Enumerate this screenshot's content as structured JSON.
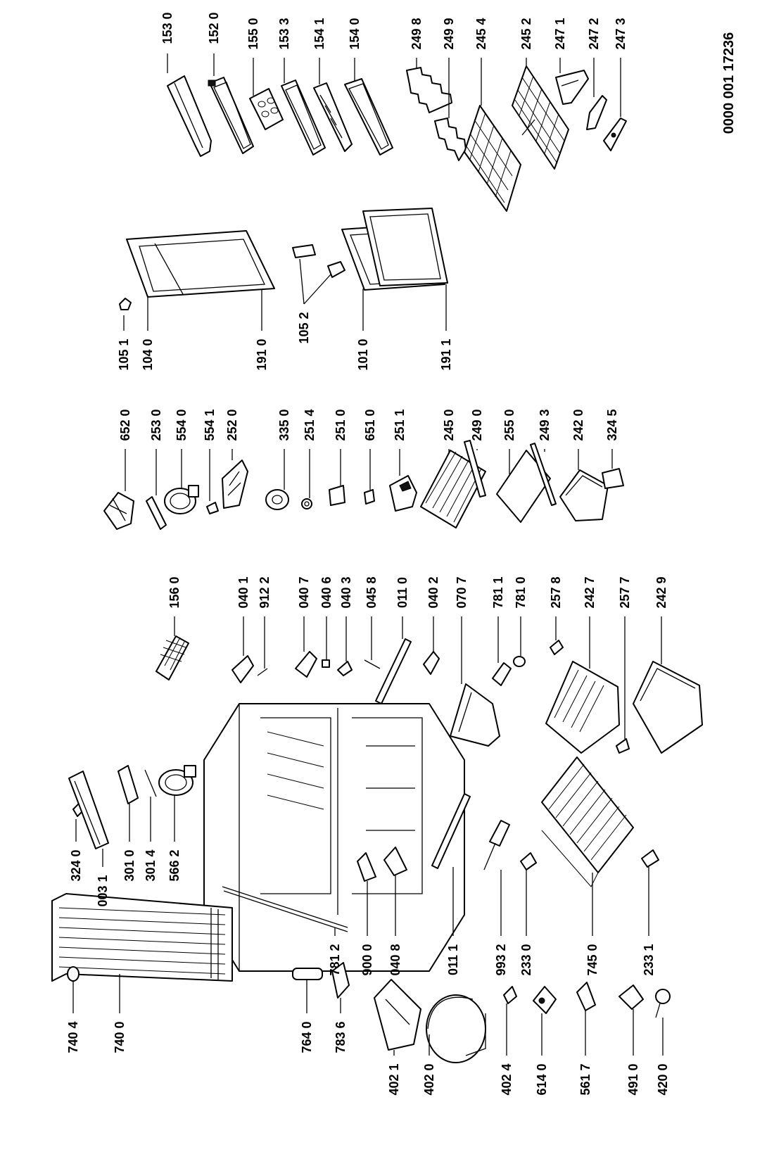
{
  "document_code": "0000 001 17236",
  "groups": {
    "top_row": [
      "153 0",
      "152 0",
      "155 0",
      "153 3",
      "154 1",
      "154 0",
      "249 8",
      "249 9",
      "245 4",
      "245 2",
      "247 1",
      "247 2",
      "247 3"
    ],
    "door_row": [
      "105 1",
      "104 0",
      "191 0",
      "105 2",
      "101 0",
      "191 1"
    ],
    "fan_row": [
      "652 0",
      "253 0",
      "554 0",
      "554 1",
      "252 0",
      "335 0",
      "251 4",
      "251 0",
      "651 0",
      "251 1",
      "245 0",
      "249 0",
      "255 0",
      "249 3",
      "242 0",
      "324 5"
    ],
    "cabinet_row": [
      "156 0",
      "040 1",
      "912 2",
      "040 7",
      "040 6",
      "040 3",
      "045 8",
      "011 0",
      "040 2",
      "070 7",
      "781 1",
      "781 0",
      "257 8",
      "242 7",
      "257 7",
      "242 9"
    ],
    "left_row": [
      "324 0",
      "003 1",
      "301 0",
      "301 4",
      "566 2",
      "781 2",
      "900 0",
      "040 8",
      "011 1",
      "993 2",
      "233 0",
      "745 0",
      "233 1"
    ],
    "bottom_row": [
      "740 4",
      "740 0",
      "764 0",
      "783 6",
      "402 1",
      "402 0",
      "402 4",
      "614 0",
      "561 7",
      "491 0",
      "420 0"
    ]
  },
  "labels": [
    {
      "id": "153-0",
      "text": "153 0"
    },
    {
      "id": "152-0",
      "text": "152 0"
    },
    {
      "id": "155-0",
      "text": "155 0"
    },
    {
      "id": "153-3",
      "text": "153 3"
    },
    {
      "id": "154-1",
      "text": "154 1"
    },
    {
      "id": "154-0",
      "text": "154 0"
    },
    {
      "id": "249-8",
      "text": "249 8"
    },
    {
      "id": "249-9",
      "text": "249 9"
    },
    {
      "id": "245-4",
      "text": "245 4"
    },
    {
      "id": "245-2",
      "text": "245 2"
    },
    {
      "id": "247-1",
      "text": "247 1"
    },
    {
      "id": "247-2",
      "text": "247 2"
    },
    {
      "id": "247-3",
      "text": "247 3"
    },
    {
      "id": "105-1",
      "text": "105 1"
    },
    {
      "id": "104-0",
      "text": "104 0"
    },
    {
      "id": "191-0",
      "text": "191 0"
    },
    {
      "id": "105-2",
      "text": "105 2"
    },
    {
      "id": "101-0",
      "text": "101 0"
    },
    {
      "id": "191-1",
      "text": "191 1"
    },
    {
      "id": "652-0",
      "text": "652 0"
    },
    {
      "id": "253-0",
      "text": "253 0"
    },
    {
      "id": "554-0",
      "text": "554 0"
    },
    {
      "id": "554-1",
      "text": "554 1"
    },
    {
      "id": "252-0",
      "text": "252 0"
    },
    {
      "id": "335-0",
      "text": "335 0"
    },
    {
      "id": "251-4",
      "text": "251 4"
    },
    {
      "id": "251-0",
      "text": "251 0"
    },
    {
      "id": "651-0",
      "text": "651 0"
    },
    {
      "id": "251-1",
      "text": "251 1"
    },
    {
      "id": "245-0",
      "text": "245 0"
    },
    {
      "id": "249-0",
      "text": "249 0"
    },
    {
      "id": "255-0",
      "text": "255 0"
    },
    {
      "id": "249-3",
      "text": "249 3"
    },
    {
      "id": "242-0",
      "text": "242 0"
    },
    {
      "id": "324-5",
      "text": "324 5"
    },
    {
      "id": "156-0",
      "text": "156 0"
    },
    {
      "id": "040-1",
      "text": "040 1"
    },
    {
      "id": "912-2",
      "text": "912 2"
    },
    {
      "id": "040-7",
      "text": "040 7"
    },
    {
      "id": "040-6",
      "text": "040 6"
    },
    {
      "id": "040-3",
      "text": "040 3"
    },
    {
      "id": "045-8",
      "text": "045 8"
    },
    {
      "id": "011-0",
      "text": "011 0"
    },
    {
      "id": "040-2",
      "text": "040 2"
    },
    {
      "id": "070-7",
      "text": "070 7"
    },
    {
      "id": "781-1",
      "text": "781 1"
    },
    {
      "id": "781-0",
      "text": "781 0"
    },
    {
      "id": "257-8",
      "text": "257 8"
    },
    {
      "id": "242-7",
      "text": "242 7"
    },
    {
      "id": "257-7",
      "text": "257 7"
    },
    {
      "id": "242-9",
      "text": "242 9"
    },
    {
      "id": "324-0",
      "text": "324 0"
    },
    {
      "id": "003-1",
      "text": "003 1"
    },
    {
      "id": "301-0",
      "text": "301 0"
    },
    {
      "id": "301-4",
      "text": "301 4"
    },
    {
      "id": "566-2",
      "text": "566 2"
    },
    {
      "id": "781-2",
      "text": "781 2"
    },
    {
      "id": "900-0",
      "text": "900 0"
    },
    {
      "id": "040-8",
      "text": "040 8"
    },
    {
      "id": "011-1",
      "text": "011 1"
    },
    {
      "id": "993-2",
      "text": "993 2"
    },
    {
      "id": "233-0",
      "text": "233 0"
    },
    {
      "id": "745-0",
      "text": "745 0"
    },
    {
      "id": "233-1",
      "text": "233 1"
    },
    {
      "id": "740-4",
      "text": "740 4"
    },
    {
      "id": "740-0",
      "text": "740 0"
    },
    {
      "id": "764-0",
      "text": "764 0"
    },
    {
      "id": "783-6",
      "text": "783 6"
    },
    {
      "id": "402-1",
      "text": "402 1"
    },
    {
      "id": "402-0",
      "text": "402 0"
    },
    {
      "id": "402-4",
      "text": "402 4"
    },
    {
      "id": "614-0",
      "text": "614 0"
    },
    {
      "id": "561-7",
      "text": "561 7"
    },
    {
      "id": "491-0",
      "text": "491 0"
    },
    {
      "id": "420-0",
      "text": "420 0"
    }
  ]
}
